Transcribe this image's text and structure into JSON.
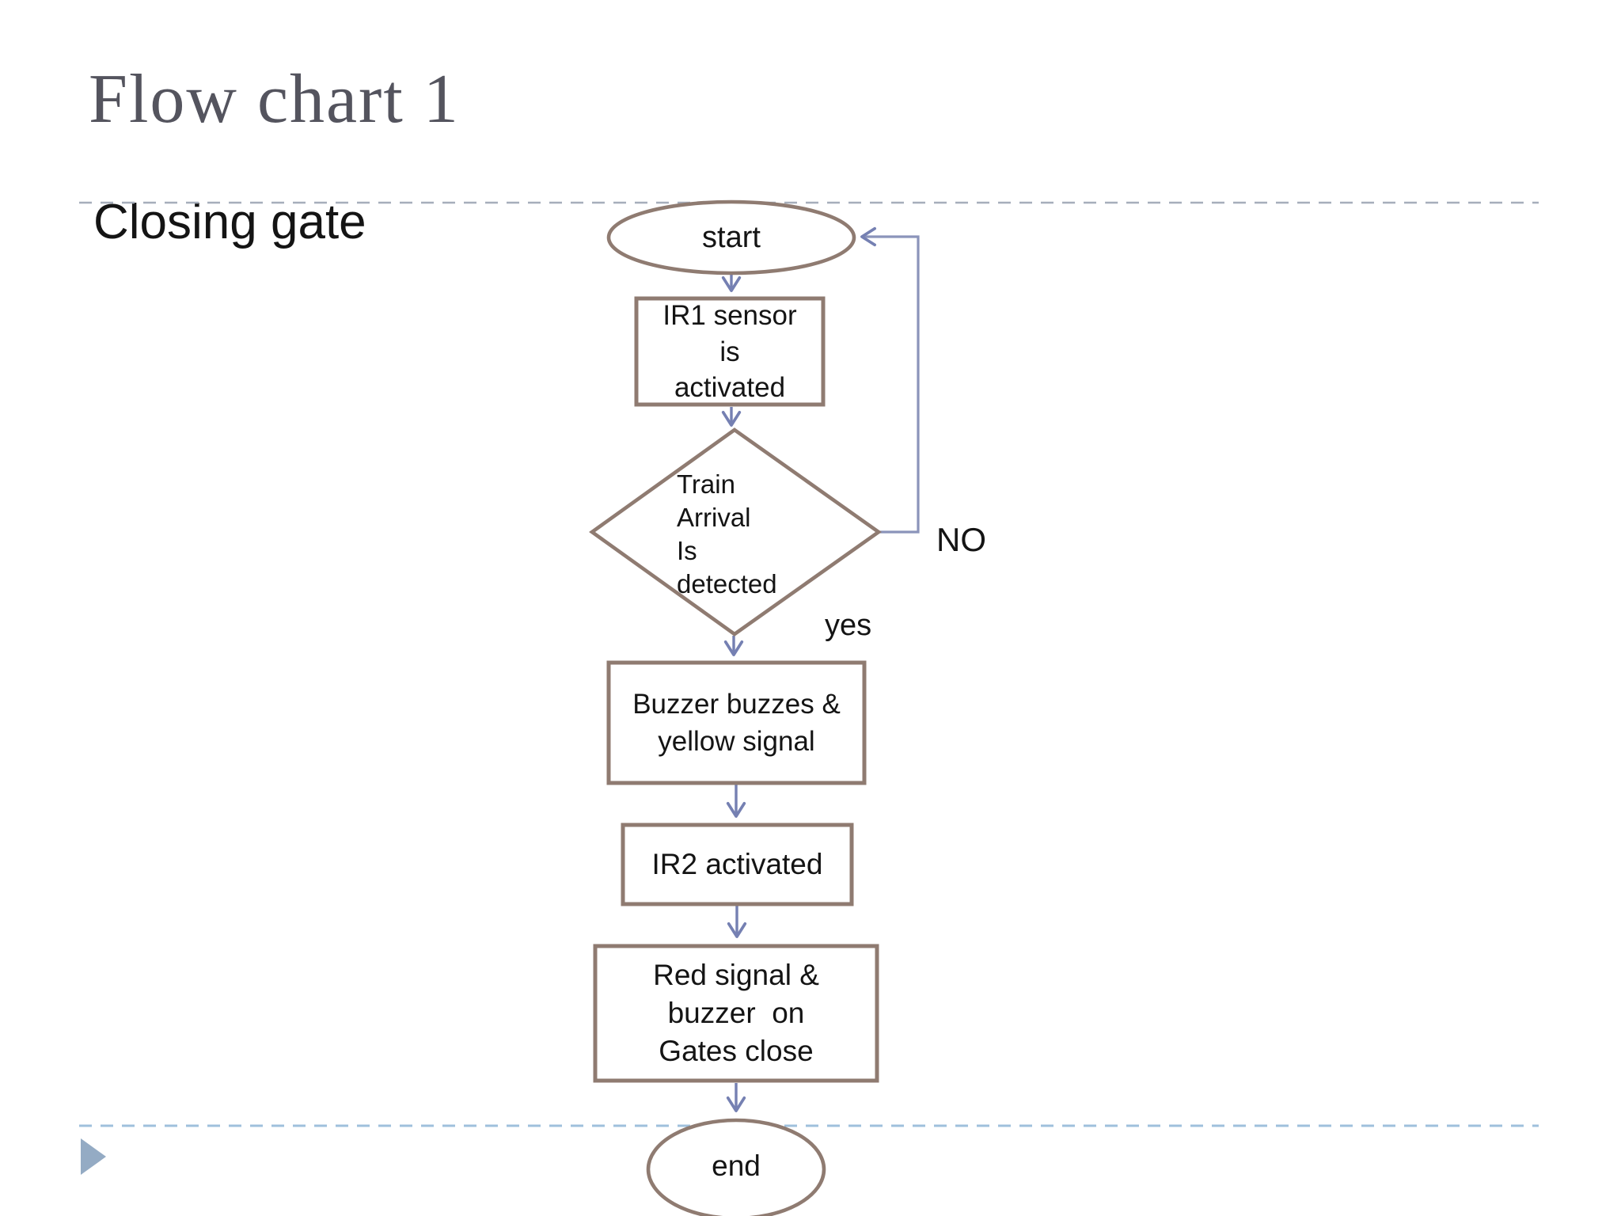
{
  "slide": {
    "title": "Flow chart 1",
    "subtitle": "Closing gate"
  },
  "flowchart": {
    "nodes": {
      "start": {
        "type": "terminator",
        "label": "start"
      },
      "ir1": {
        "type": "process",
        "label": "IR1 sensor\nis\nactivated"
      },
      "decision": {
        "type": "decision",
        "label": "Train\nArrival\nIs\ndetected"
      },
      "buzzer": {
        "type": "process",
        "label": "Buzzer buzzes &\nyellow signal"
      },
      "ir2": {
        "type": "process",
        "label": "IR2 activated"
      },
      "gates": {
        "type": "process",
        "label": "Red signal &\nbuzzer  on\nGates close"
      },
      "end": {
        "type": "terminator",
        "label": "end"
      }
    },
    "edges": {
      "no_label": "NO",
      "yes_label": "yes"
    }
  },
  "colors": {
    "title": "#54545E",
    "node_text": "#141414",
    "shape_border": "#8F7B71",
    "connector": "#7580B2",
    "divider_top": "#A6AEBB",
    "divider_bottom": "#9FC0DC",
    "corner_triangle": "#94ABC4"
  }
}
